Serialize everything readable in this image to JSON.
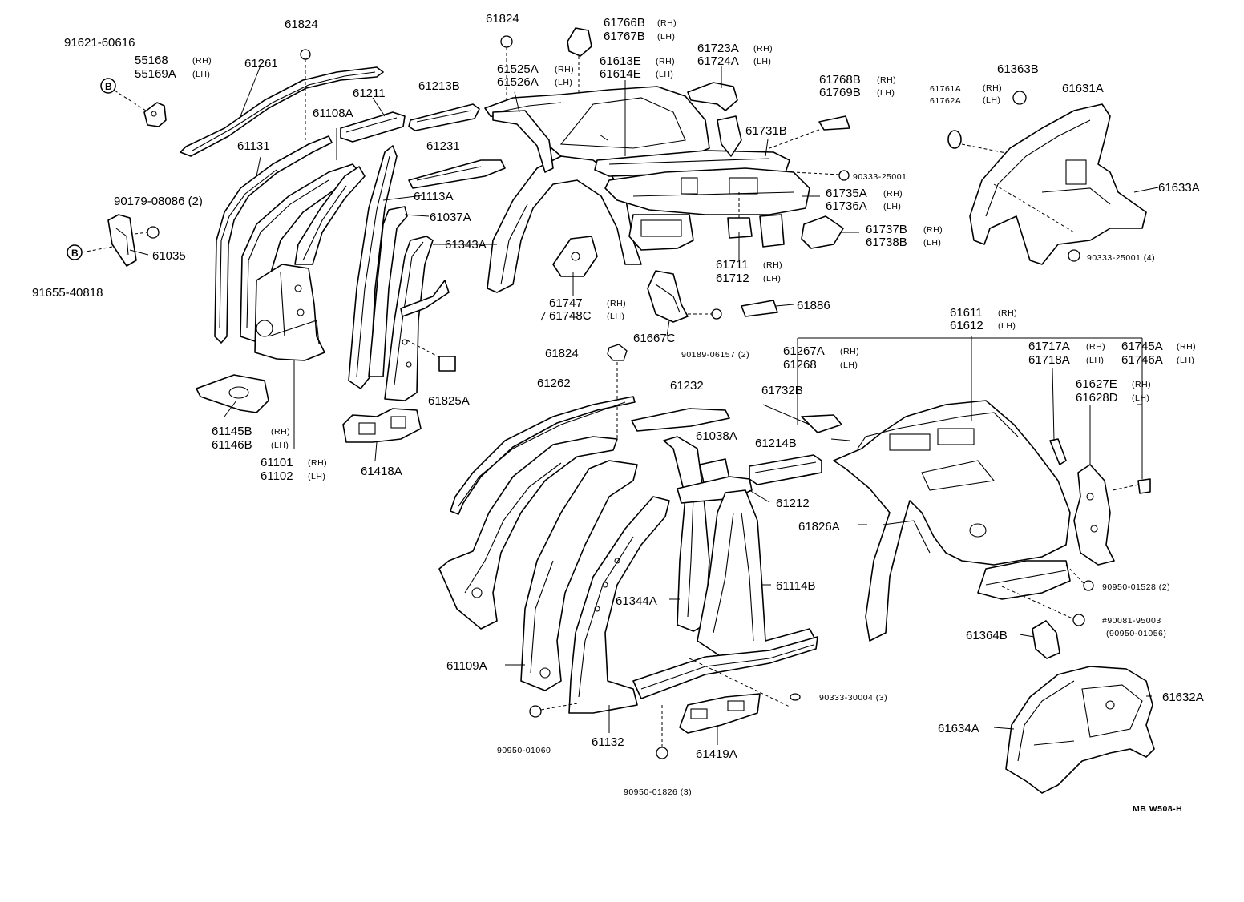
{
  "footer": "MB  W508-H",
  "labels": [
    {
      "id": "l1",
      "code": "91621-60616"
    },
    {
      "id": "l2",
      "code": "55168",
      "side": "(RH)"
    },
    {
      "id": "l3",
      "code": "55169A",
      "side": "(LH)"
    },
    {
      "id": "l4",
      "code": "61824"
    },
    {
      "id": "l5",
      "code": "61261"
    },
    {
      "id": "l6",
      "code": "61211"
    },
    {
      "id": "l7",
      "code": "61108A"
    },
    {
      "id": "l8",
      "code": "61131"
    },
    {
      "id": "l9",
      "code": "90179-08086 (2)"
    },
    {
      "id": "l10",
      "code": "61035"
    },
    {
      "id": "l11",
      "code": "91655-40818"
    },
    {
      "id": "l12",
      "code": "61213B"
    },
    {
      "id": "l13",
      "code": "61231"
    },
    {
      "id": "l14",
      "code": "61113A"
    },
    {
      "id": "l15",
      "code": "61037A"
    },
    {
      "id": "l16",
      "code": "61343A"
    },
    {
      "id": "l17",
      "code": "61825A"
    },
    {
      "id": "l18",
      "code": "61418A"
    },
    {
      "id": "l19",
      "code": "61145B",
      "side": "(RH)"
    },
    {
      "id": "l20",
      "code": "61146B",
      "side": "(LH)"
    },
    {
      "id": "l21",
      "code": "61101",
      "side": "(RH)"
    },
    {
      "id": "l22",
      "code": "61102",
      "side": "(LH)"
    },
    {
      "id": "l23",
      "code": "61824"
    },
    {
      "id": "l24",
      "code": "61766B",
      "side": "(RH)"
    },
    {
      "id": "l25",
      "code": "61767B",
      "side": "(LH)"
    },
    {
      "id": "l26",
      "code": "61525A",
      "side": "(RH)"
    },
    {
      "id": "l27",
      "code": "61526A",
      "side": "(LH)"
    },
    {
      "id": "l28",
      "code": "61613E",
      "side": "(RH)"
    },
    {
      "id": "l29",
      "code": "61614E",
      "side": "(LH)"
    },
    {
      "id": "l30",
      "code": "61723A",
      "side": "(RH)"
    },
    {
      "id": "l31",
      "code": "61724A",
      "side": "(LH)"
    },
    {
      "id": "l32",
      "code": "61768B",
      "side": "(RH)"
    },
    {
      "id": "l33",
      "code": "61769B",
      "side": "(LH)"
    },
    {
      "id": "l34",
      "code": "61731B"
    },
    {
      "id": "l35",
      "code": "90333-25001"
    },
    {
      "id": "l36",
      "code": "61735A",
      "side": "(RH)"
    },
    {
      "id": "l37",
      "code": "61736A",
      "side": "(LH)"
    },
    {
      "id": "l38",
      "code": "61737B",
      "side": "(RH)"
    },
    {
      "id": "l39",
      "code": "61738B",
      "side": "(LH)"
    },
    {
      "id": "l40",
      "code": "61711",
      "side": "(RH)"
    },
    {
      "id": "l41",
      "code": "61712",
      "side": "(LH)"
    },
    {
      "id": "l42",
      "code": "61747",
      "side": "(RH)"
    },
    {
      "id": "l43",
      "code": "61748C",
      "side": "(LH)"
    },
    {
      "id": "l44",
      "code": "61667C"
    },
    {
      "id": "l45",
      "code": "61886"
    },
    {
      "id": "l46",
      "code": "90189-06157 (2)"
    },
    {
      "id": "l47",
      "code": "61761A",
      "side": "(RH)"
    },
    {
      "id": "l48",
      "code": "61762A",
      "side": "(LH)"
    },
    {
      "id": "l49",
      "code": "61363B"
    },
    {
      "id": "l50",
      "code": "61631A"
    },
    {
      "id": "l51",
      "code": "61633A"
    },
    {
      "id": "l52",
      "code": "90333-25001 (4)"
    },
    {
      "id": "l53",
      "code": "61611",
      "side": "(RH)"
    },
    {
      "id": "l54",
      "code": "61612",
      "side": "(LH)"
    },
    {
      "id": "l55",
      "code": "61267A",
      "side": "(RH)"
    },
    {
      "id": "l56",
      "code": "61268",
      "side": "(LH)"
    },
    {
      "id": "l57",
      "code": "61717A",
      "side": "(RH)"
    },
    {
      "id": "l58",
      "code": "61718A",
      "side": "(LH)"
    },
    {
      "id": "l59",
      "code": "61745A",
      "side": "(RH)"
    },
    {
      "id": "l60",
      "code": "61746A",
      "side": "(LH)"
    },
    {
      "id": "l61",
      "code": "61627E",
      "side": "(RH)"
    },
    {
      "id": "l62",
      "code": "61628D",
      "side": "(LH)"
    },
    {
      "id": "l63",
      "code": "61824"
    },
    {
      "id": "l64",
      "code": "61262"
    },
    {
      "id": "l65",
      "code": "61232"
    },
    {
      "id": "l66",
      "code": "61732B"
    },
    {
      "id": "l67",
      "code": "61038A"
    },
    {
      "id": "l68",
      "code": "61214B"
    },
    {
      "id": "l69",
      "code": "61212"
    },
    {
      "id": "l70",
      "code": "61826A"
    },
    {
      "id": "l71",
      "code": "61344A"
    },
    {
      "id": "l72",
      "code": "61114B"
    },
    {
      "id": "l73",
      "code": "61109A"
    },
    {
      "id": "l74",
      "code": "90950-01528 (2)"
    },
    {
      "id": "l75",
      "code": "#90081-95003"
    },
    {
      "id": "l76",
      "code": "(90950-01056)"
    },
    {
      "id": "l77",
      "code": "61364B"
    },
    {
      "id": "l78",
      "code": "90333-30004 (3)"
    },
    {
      "id": "l79",
      "code": "61632A"
    },
    {
      "id": "l80",
      "code": "61634A"
    },
    {
      "id": "l81",
      "code": "61132"
    },
    {
      "id": "l82",
      "code": "90950-01060"
    },
    {
      "id": "l83",
      "code": "61419A"
    },
    {
      "id": "l84",
      "code": "90950-01826 (3)"
    }
  ],
  "markers": [
    {
      "id": "b1",
      "text": "B"
    },
    {
      "id": "b2",
      "text": "B"
    }
  ]
}
